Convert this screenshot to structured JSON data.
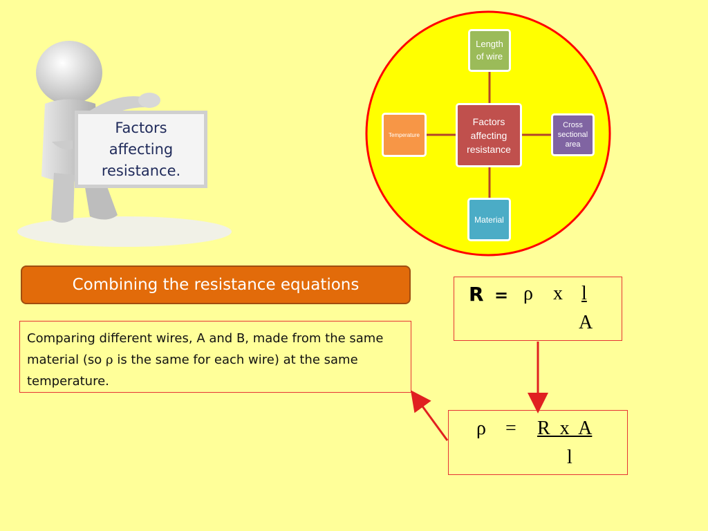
{
  "figure": {
    "sign_text": "Factors\naffecting\nresistance."
  },
  "mindmap": {
    "center": "Factors\naffecting\nresistance",
    "top": "Length\nof wire",
    "right": "Cross\nsectional\narea",
    "bottom": "Material",
    "left": "Temperature",
    "colors": {
      "circle_fill": "#ffff00",
      "circle_stroke": "#ff0000",
      "center": "#c0504d",
      "top": "#9bbb59",
      "right": "#8064a2",
      "bottom": "#4bacc6",
      "left": "#f79646",
      "connector": "#b3442a"
    }
  },
  "heading": "Combining the resistance equations",
  "compare": {
    "part1": "Comparing different wires, A and B, made from the same material (so ",
    "rho": "ρ",
    "part2": " is the same for each wire) at the same temperature."
  },
  "equation1": {
    "lhs": "R",
    "equals": "=",
    "rho": "ρ",
    "times": "x",
    "numerator": "l",
    "denominator": "A"
  },
  "equation2": {
    "lhs": "ρ",
    "equals": "=",
    "numerator": "R  x  A",
    "denominator": "l"
  },
  "colors": {
    "background": "#ffff99",
    "heading_fill": "#e26b0a",
    "box_border": "#e53333",
    "arrow": "#e02020"
  }
}
